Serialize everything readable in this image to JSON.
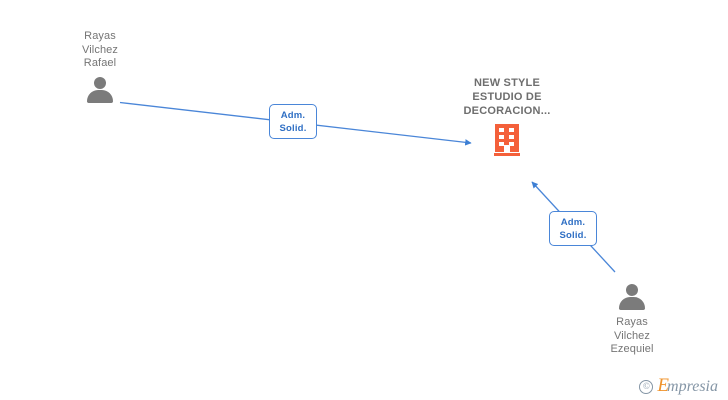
{
  "diagram": {
    "type": "corporate-relations-graph",
    "background_color": "#ffffff",
    "edge_color": "#4a86d8",
    "company_color": "#f4603a",
    "person_color": "#7b7b7b",
    "text_color": "#757575"
  },
  "company": {
    "name": "NEW STYLE\nESTUDIO DE\nDECORACION...",
    "icon": "building-icon"
  },
  "persons": [
    {
      "id": "person-top-left",
      "name": "Rayas\nVilchez\nRafael",
      "icon": "person-icon"
    },
    {
      "id": "person-bottom-right",
      "name": "Rayas\nVilchez\nEzequiel",
      "icon": "person-icon"
    }
  ],
  "relations": [
    {
      "id": "relation-rafael",
      "label": "Adm.\nSolid.",
      "from": "person-top-left",
      "to": "company"
    },
    {
      "id": "relation-ezequiel",
      "label": "Adm.\nSolid.",
      "from": "person-bottom-right",
      "to": "company"
    }
  ],
  "watermark": {
    "copyright": "©",
    "brand_initial": "E",
    "brand_rest": "mpresia"
  }
}
